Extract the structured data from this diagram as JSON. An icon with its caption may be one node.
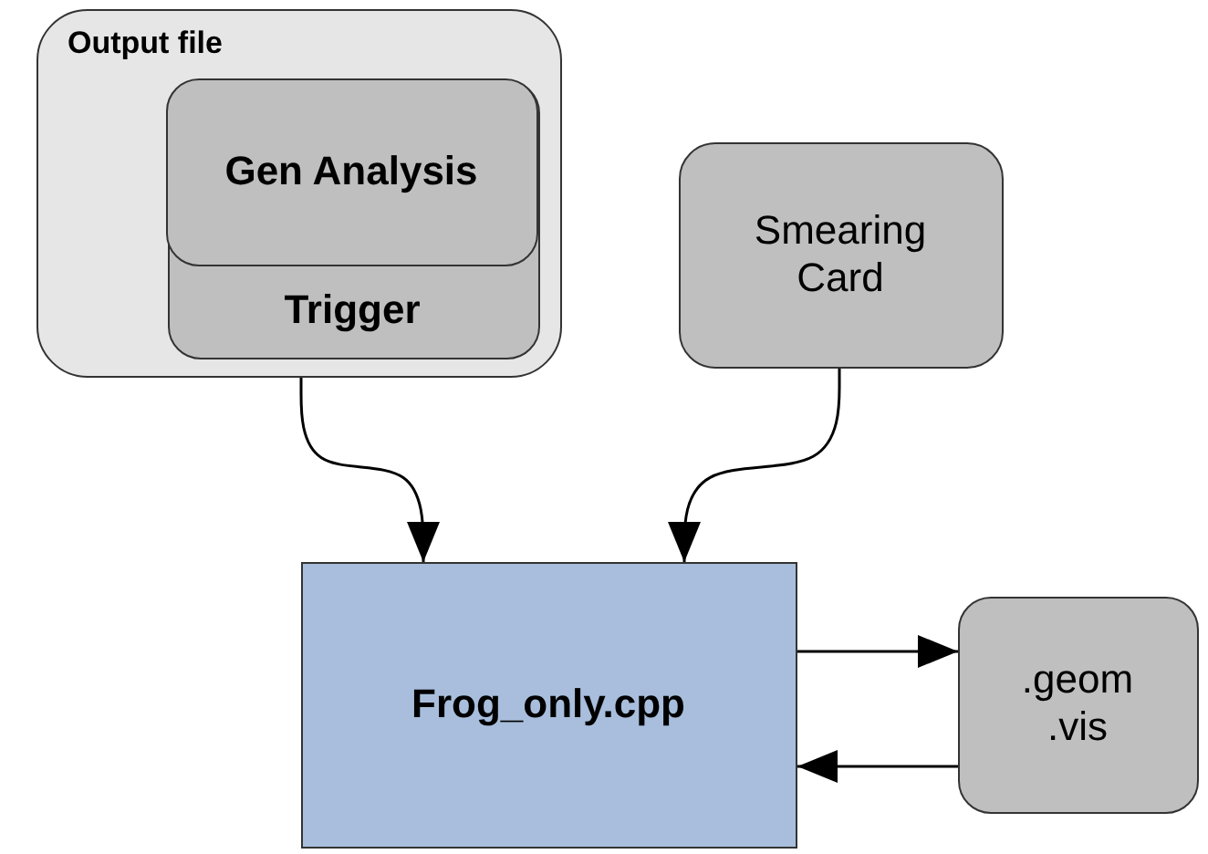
{
  "diagram": {
    "nodes": [
      {
        "text": [
          "Output file"
        ]
      },
      {
        "text": [
          "Trigger"
        ],
        "in": 0
      },
      {
        "text": [
          "Gen Analysis"
        ],
        "in": 1
      },
      {
        "text": [
          "Smearing Card"
        ]
      },
      {
        "text": [
          "Frog_only.cpp"
        ]
      },
      {
        "text": [
          ".geom .vis"
        ]
      }
    ],
    "edges": [
      {
        "from": 0,
        "to": 4,
        "arrow": "to"
      },
      {
        "from": 3,
        "to": 4,
        "arrow": "to"
      },
      {
        "from": 4,
        "to": 5,
        "arrow": "to"
      },
      {
        "from": 5,
        "to": 4,
        "arrow": "to"
      }
    ]
  }
}
